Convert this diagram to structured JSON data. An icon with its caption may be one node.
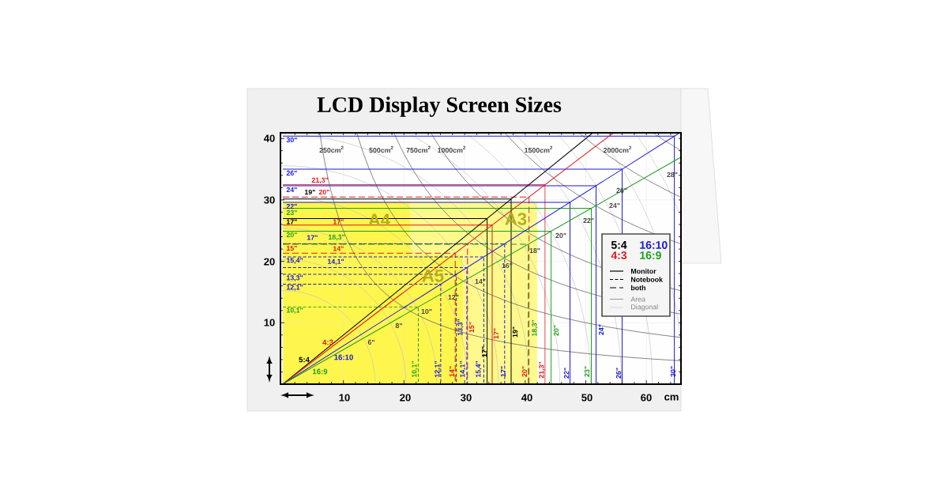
{
  "diagram": {
    "title": "LCD Display Screen Sizes",
    "labels": [
      "30\"",
      "250cm$^{2}$",
      "500cm$^{2}$",
      "750cm$^{2}$",
      "1000cm$^{2}$",
      "1500cm$^{2}$",
      "2000cm$^{2}$",
      "40",
      "26\"",
      "28\"",
      "21,3\"",
      "24\"",
      "19\"",
      "20\"",
      "26\"",
      "22\"",
      "24\"",
      "30",
      "23\"",
      "17\"",
      "17\"",
      "A4",
      "A3",
      "22\"",
      "20\"",
      "20\"",
      "17\"",
      "18,3\"",
      "15\"",
      "14\"",
      "18\"",
      "20",
      "15,4\"",
      "14,1\"",
      "16\"",
      "13,3\"",
      "A5",
      "14\"",
      "12,1\"",
      "12\"",
      "10,1\"",
      "10\"",
      "10",
      "8\"",
      "4:3",
      "6\"",
      "5:4",
      "16:10",
      "16:9",
      "13,3\"",
      "15\"",
      "17\"",
      "19\"",
      "18,3\"",
      "20\"",
      "24\"",
      "17\"",
      "10,1\"",
      "12,1\"",
      "14\"",
      "14,1\"",
      "15,4\"",
      "17\"",
      "20\"",
      "21,3\"",
      "22\"",
      "23\"",
      "26\"",
      "30\"",
      "10",
      "20",
      "30",
      "40",
      "50",
      "60",
      "cm"
    ],
    "legend": [
      {
        "text": "5:4",
        "color": "#000000"
      },
      {
        "text": "16:10",
        "color": "#1a1adb"
      },
      {
        "text": "4:3",
        "color": "#e01818"
      },
      {
        "text": "16:9",
        "color": "#1e9e1e"
      },
      {
        "text": "Monitor"
      },
      {
        "text": "Notebook"
      },
      {
        "text": "both"
      },
      {
        "text": "Area"
      },
      {
        "text": "Diagonal"
      }
    ]
  }
}
